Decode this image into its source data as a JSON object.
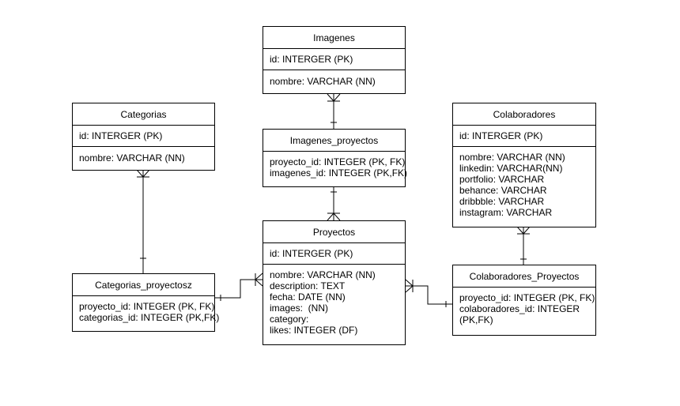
{
  "entities": {
    "imagenes": {
      "title": "Imagenes",
      "pk": "id: INTERGER (PK)",
      "attrs": [
        "nombre: VARCHAR (NN)"
      ]
    },
    "categorias": {
      "title": "Categorias",
      "pk": "id: INTERGER (PK)",
      "attrs": [
        "nombre: VARCHAR (NN)"
      ]
    },
    "imagenes_proyectos": {
      "title": "Imagenes_proyectos",
      "attrs": [
        "proyecto_id: INTEGER (PK, FK)",
        "imagenes_id: INTEGER (PK,FK)"
      ]
    },
    "colaboradores": {
      "title": "Colaboradores",
      "pk": "id: INTERGER (PK)",
      "attrs": [
        "nombre: VARCHAR (NN)",
        "linkedin: VARCHAR(NN)",
        "portfolio: VARCHAR",
        "behance: VARCHAR",
        "dribbble: VARCHAR",
        "instagram: VARCHAR"
      ]
    },
    "proyectos": {
      "title": "Proyectos",
      "pk": "id: INTERGER (PK)",
      "attrs": [
        "nombre: VARCHAR (NN)",
        "description: TEXT",
        "fecha: DATE (NN)",
        "images:  (NN)",
        "category:",
        "likes: INTEGER (DF)"
      ]
    },
    "categorias_proyectosz": {
      "title": "Categorias_proyectosz",
      "attrs": [
        "proyecto_id: INTEGER (PK, FK)",
        "categorias_id: INTEGER (PK,FK)"
      ]
    },
    "colaboradores_proyectos": {
      "title": "Colaboradores_Proyectos",
      "attrs": [
        "proyecto_id: INTEGER (PK, FK)",
        "colaboradores_id: INTEGER",
        "(PK,FK)"
      ]
    }
  }
}
